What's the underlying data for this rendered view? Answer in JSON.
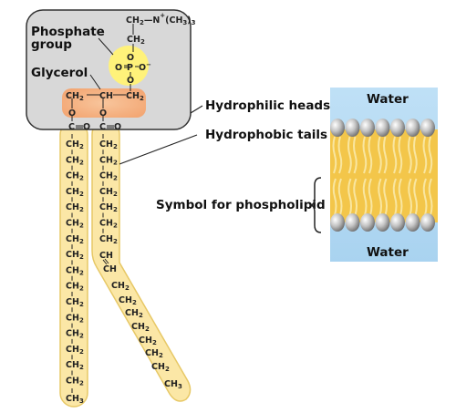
{
  "labels": {
    "phosphate_group_line1": "Phosphate",
    "phosphate_group_line2": "group",
    "glycerol": "Glycerol",
    "hydrophilic_heads": "Hydrophilic heads",
    "hydrophobic_tails": "Hydrophobic tails",
    "symbol": "Symbol for phospholipid",
    "water_top": "Water",
    "water_bottom": "Water"
  },
  "chemistry": {
    "choline_ch2": "CH",
    "choline_n": "N",
    "choline_plus": "+",
    "choline_ch3": "(CH",
    "choline_ch3_close": ")",
    "choline_three": "3",
    "phosphate_ch2": "CH",
    "p_atom": "P",
    "o_atom": "O",
    "o_minus": "O",
    "minus": "−",
    "glycerol_left": "CH",
    "glycerol_mid": "CH",
    "glycerol_right": "CH",
    "ester": "C",
    "dbl_o": "O",
    "tail_unit": "CH",
    "tail_end": "CH",
    "tail_end_sub": "3",
    "sub_two": "2",
    "alkene_ch": "CH"
  },
  "colors": {
    "head_box_fill": "#d8d8d8",
    "head_box_stroke": "#333333",
    "phosphate_fill": "#fff27a",
    "glycerol_fill": "#f7b98a",
    "tail_fill": "#fbe7a6",
    "tail_stroke": "#e2c15a",
    "water": "#cde6f7",
    "membrane_tail": "#f3c64a",
    "head_sphere": "#b0b0b0"
  }
}
